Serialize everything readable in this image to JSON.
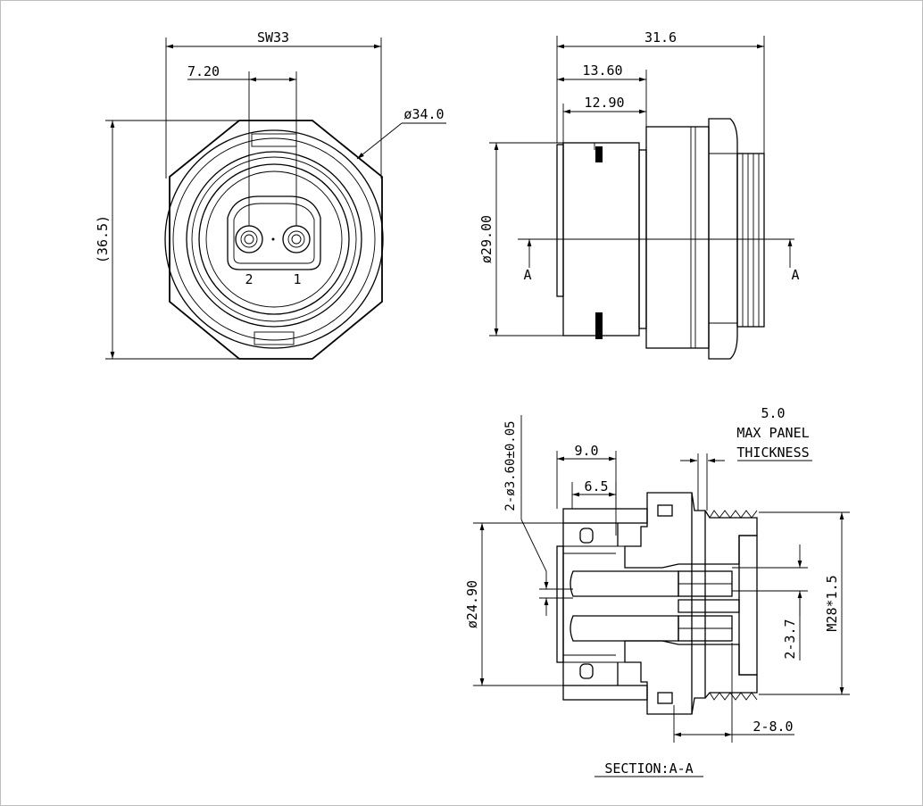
{
  "front_view": {
    "dim_sw": "SW33",
    "dim_pin_pitch": "7.20",
    "dim_diameter": "ø34.0",
    "dim_height": "(36.5)",
    "pin_labels": [
      "2",
      "1"
    ]
  },
  "side_view": {
    "dim_total_length": "31.6",
    "dim_13_60": "13.60",
    "dim_12_90": "12.90",
    "dim_diameter": "ø29.00",
    "section_marks": [
      "A",
      "A"
    ]
  },
  "section_view": {
    "dim_panel": [
      "5.0",
      "MAX PANEL",
      "THICKNESS"
    ],
    "dim_9_0": "9.0",
    "dim_6_5": "6.5",
    "dim_pin_hole": "2-ø3.60±0.05",
    "dim_diameter": "ø24.90",
    "dim_thread": "M28*1.5",
    "dim_pin": "2-3.7",
    "dim_2_8": "2-8.0",
    "section_title": "SECTION:A-A"
  }
}
